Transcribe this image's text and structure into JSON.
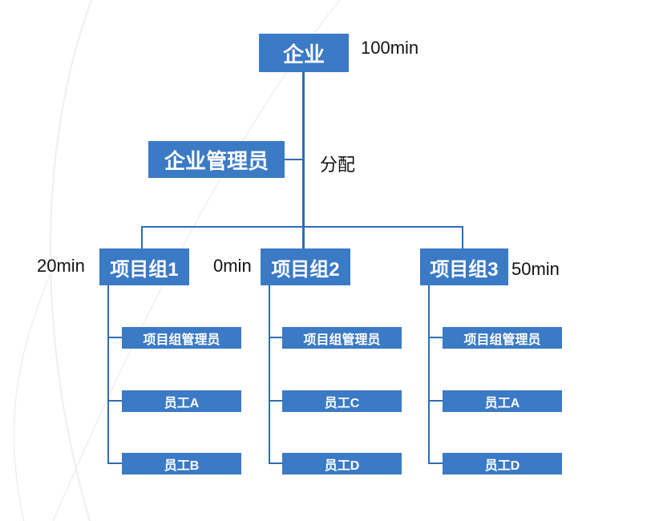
{
  "diagram": {
    "root": {
      "label": "企业",
      "annotation": "100min"
    },
    "admin": {
      "label": "企业管理员",
      "annotation": "分配"
    },
    "groups": [
      {
        "label": "项目组1",
        "annotation": "20min",
        "annotation_side": "left",
        "children": [
          "项目组管理员",
          "员工A",
          "员工B"
        ]
      },
      {
        "label": "项目组2",
        "annotation": "0min",
        "annotation_side": "left",
        "children": [
          "项目组管理员",
          "员工C",
          "员工D"
        ]
      },
      {
        "label": "项目组3",
        "annotation": "50min",
        "annotation_side": "right",
        "children": [
          "项目组管理员",
          "员工A",
          "员工D"
        ]
      }
    ],
    "colors": {
      "box_fill": "#3b7ac5",
      "connector_line": "#2e6cb5",
      "box_text": "#ffffff",
      "label_text": "#111111",
      "background_curve": "#efeff1"
    }
  }
}
